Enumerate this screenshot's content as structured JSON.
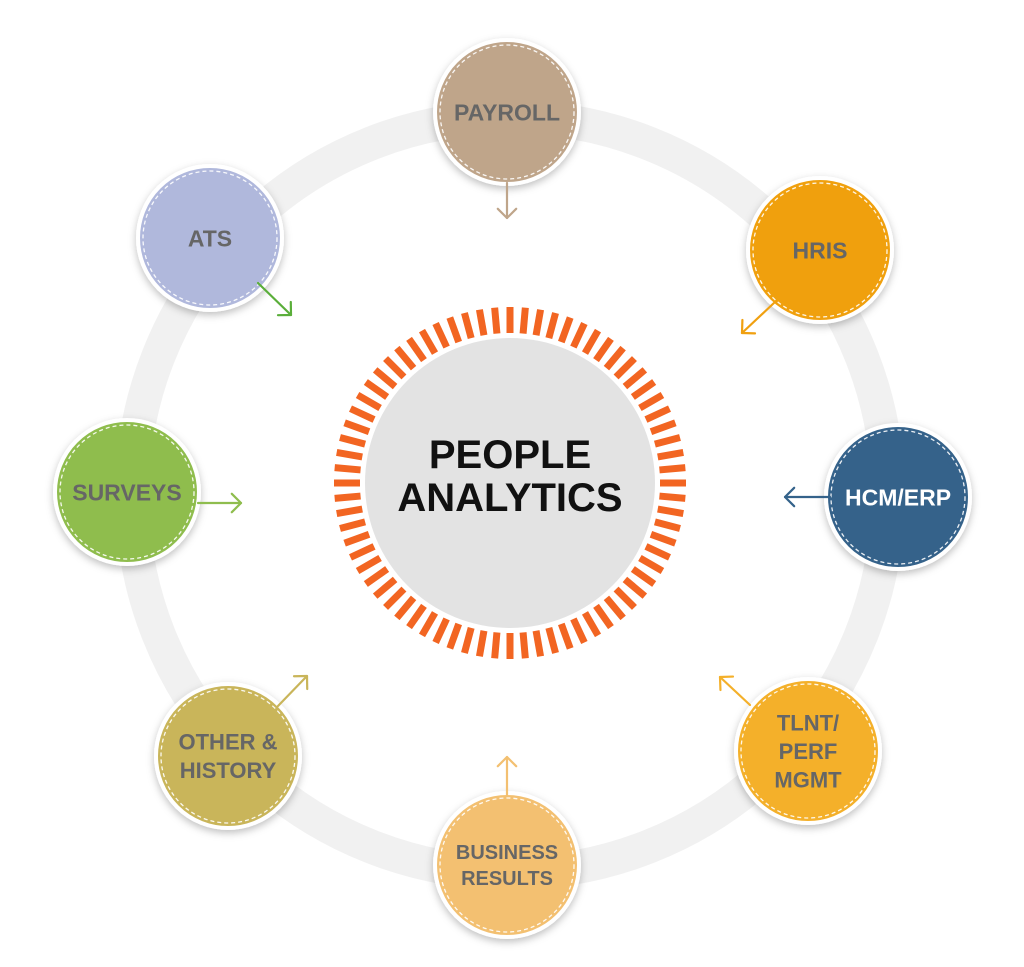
{
  "center": {
    "lines": [
      "PEOPLE",
      "ANALYTICS"
    ],
    "fill": "#e3e3e3",
    "text_color": "#111111",
    "tick_color": "#f26522"
  },
  "ring": {
    "color": "#f1f1f1"
  },
  "nodes": [
    {
      "id": "payroll",
      "lines": [
        "PAYROLL"
      ],
      "fill": "#bfa58a",
      "text": "#666666",
      "arrow": "#bfa58a"
    },
    {
      "id": "hris",
      "lines": [
        "HRIS"
      ],
      "fill": "#f0a010",
      "text": "#666666",
      "arrow": "#f0a010"
    },
    {
      "id": "hcm-erp",
      "lines": [
        "HCM/ERP"
      ],
      "fill": "#34628a",
      "text": "#ffffff",
      "arrow": "#34628a"
    },
    {
      "id": "tlnt-perf-mgmt",
      "lines": [
        "TLNT/",
        "PERF",
        "MGMT"
      ],
      "fill": "#f4b02a",
      "text": "#666666",
      "arrow": "#f4b02a"
    },
    {
      "id": "business-results",
      "lines": [
        "BUSINESS",
        "RESULTS"
      ],
      "fill": "#f3c071",
      "text": "#666666",
      "arrow": "#f3c071"
    },
    {
      "id": "other-history",
      "lines": [
        "OTHER &",
        "HISTORY"
      ],
      "fill": "#c9b55a",
      "text": "#666666",
      "arrow": "#c9b55a"
    },
    {
      "id": "surveys",
      "lines": [
        "SURVEYS"
      ],
      "fill": "#8fbd4e",
      "text": "#666666",
      "arrow": "#8fbd4e"
    },
    {
      "id": "ats",
      "lines": [
        "ATS"
      ],
      "fill": "#b0b8dc",
      "text": "#666666",
      "arrow": "#5aae3a"
    }
  ]
}
